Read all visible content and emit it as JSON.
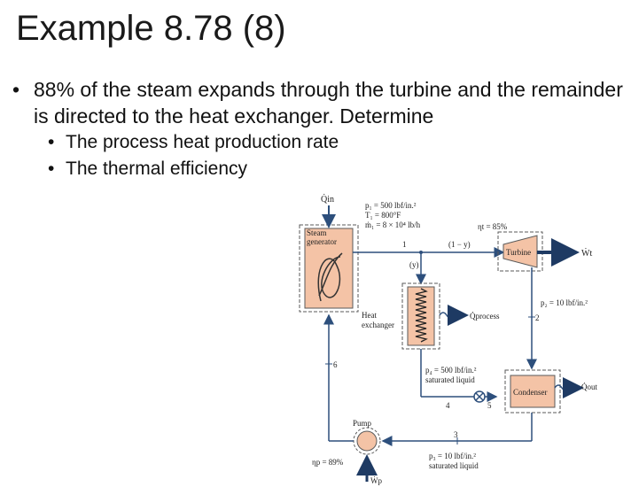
{
  "slide": {
    "title": "Example 8.78 (8)",
    "bullets": [
      {
        "text": "88% of the steam expands through the turbine and the remainder is directed to the heat exchanger. Determine",
        "sub": [
          "The process heat production rate",
          "The thermal efficiency"
        ]
      }
    ]
  },
  "diagram": {
    "q_in": "Q̇in",
    "steam_generator": [
      "Steam",
      "generator"
    ],
    "state1": [
      "p₁ = 500 lbf/in.²",
      "T₁ = 800°F",
      "ṁ₁ = 8 × 10⁴ lb/h"
    ],
    "point1": "1",
    "one_minus_y": "(1 − y)",
    "y_frac": "(y)",
    "eta_t": "ηt = 85%",
    "turbine": "Turbine",
    "w_t": "Ẇt",
    "p2": "p₂ = 10 lbf/in.²",
    "point2": "2",
    "heat_exchanger": [
      "Heat",
      "exchanger"
    ],
    "q_process": "Q̇process",
    "state4": [
      "p₄ = 500 lbf/in.²",
      "saturated liquid"
    ],
    "point4": "4",
    "point5": "5",
    "condenser": "Condenser",
    "q_out": "Q̇out",
    "point6": "6",
    "pump": "Pump",
    "eta_p": "ηp = 89%",
    "point3": "3",
    "state3": [
      "p₃ = 10 lbf/in.²",
      "saturated liquid"
    ],
    "w_p": "Ẇp"
  },
  "colors": {
    "component_fill": "#f4c3a6",
    "component_stroke": "#5a5a5a",
    "line": "#2d4f7c"
  }
}
